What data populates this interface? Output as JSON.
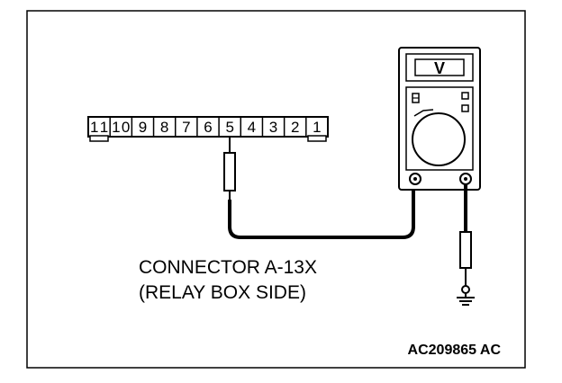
{
  "connector": {
    "pins": [
      "11",
      "10",
      "9",
      "8",
      "7",
      "6",
      "5",
      "4",
      "3",
      "2",
      "1"
    ],
    "probed_pin": "5"
  },
  "meter": {
    "mode_label": "V"
  },
  "labels": {
    "connector_name": "CONNECTOR A-13X",
    "connector_side": "(RELAY BOX SIDE)",
    "figure_code": "AC209865 AC"
  }
}
